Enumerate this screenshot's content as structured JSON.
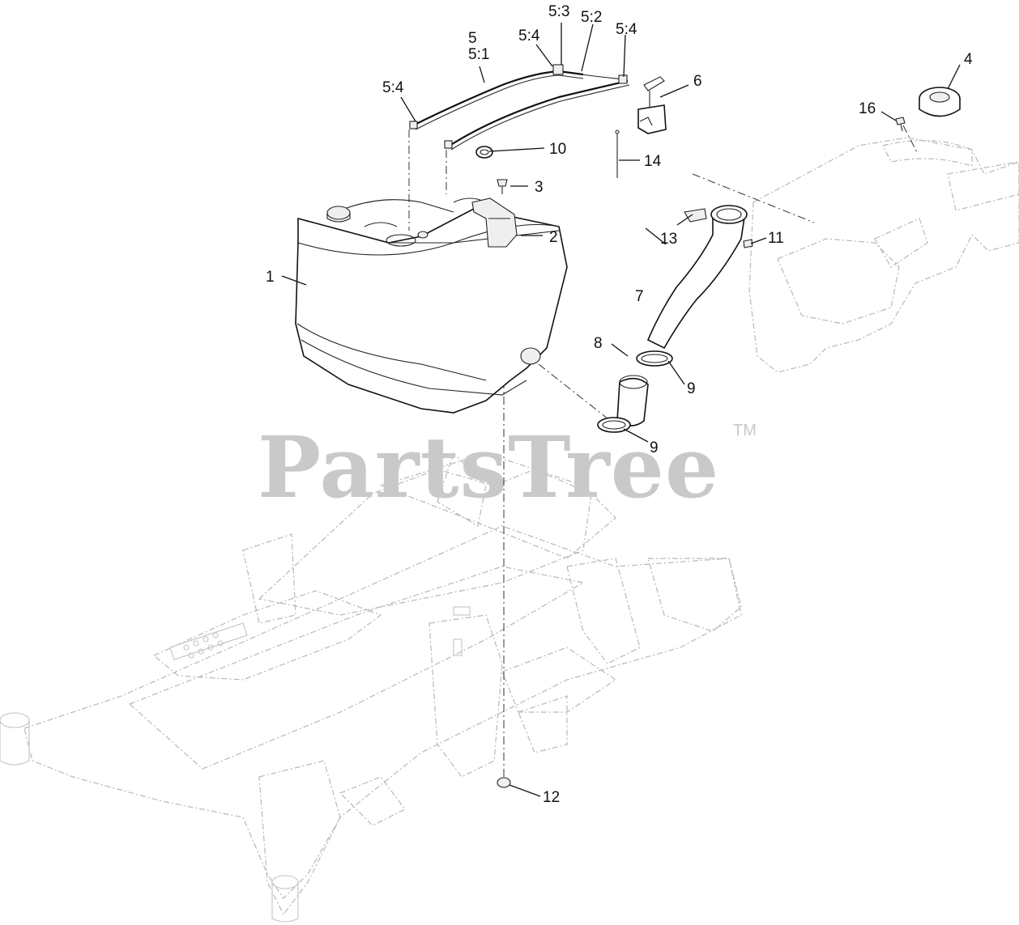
{
  "watermark": {
    "brand": "PartsTree",
    "trademark": "TM"
  },
  "callouts": {
    "c1": "1",
    "c2": "2",
    "c3": "3",
    "c4": "4",
    "c5": "5",
    "c5_1": "5:1",
    "c5_2": "5:2",
    "c5_3": "5:3",
    "c5_4a": "5:4",
    "c5_4b": "5:4",
    "c5_4c": "5:4",
    "c6": "6",
    "c7": "7",
    "c8": "8",
    "c9a": "9",
    "c9b": "9",
    "c10": "10",
    "c11": "11",
    "c12": "12",
    "c13": "13",
    "c14": "14",
    "c16": "16"
  }
}
